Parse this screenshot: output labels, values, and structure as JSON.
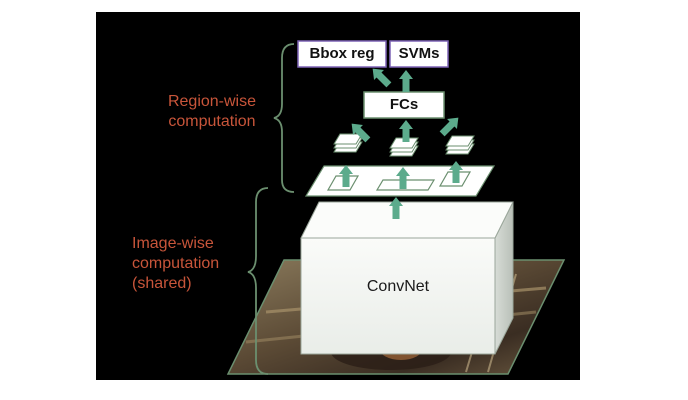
{
  "labels": {
    "bbox_reg": "Bbox reg",
    "svms": "SVMs",
    "fcs": "FCs",
    "convnet": "ConvNet",
    "region_wise": [
      "Region-wise",
      "computation"
    ],
    "image_wise": [
      "Image-wise",
      "computation",
      "(shared)"
    ]
  },
  "colors": {
    "background": "#000000",
    "caption": "#c8553a",
    "arrow": "#5cab8c",
    "outline": "#6b8f6f",
    "box_border": "#7d63b5",
    "cube_face": "#f4f6f3"
  }
}
